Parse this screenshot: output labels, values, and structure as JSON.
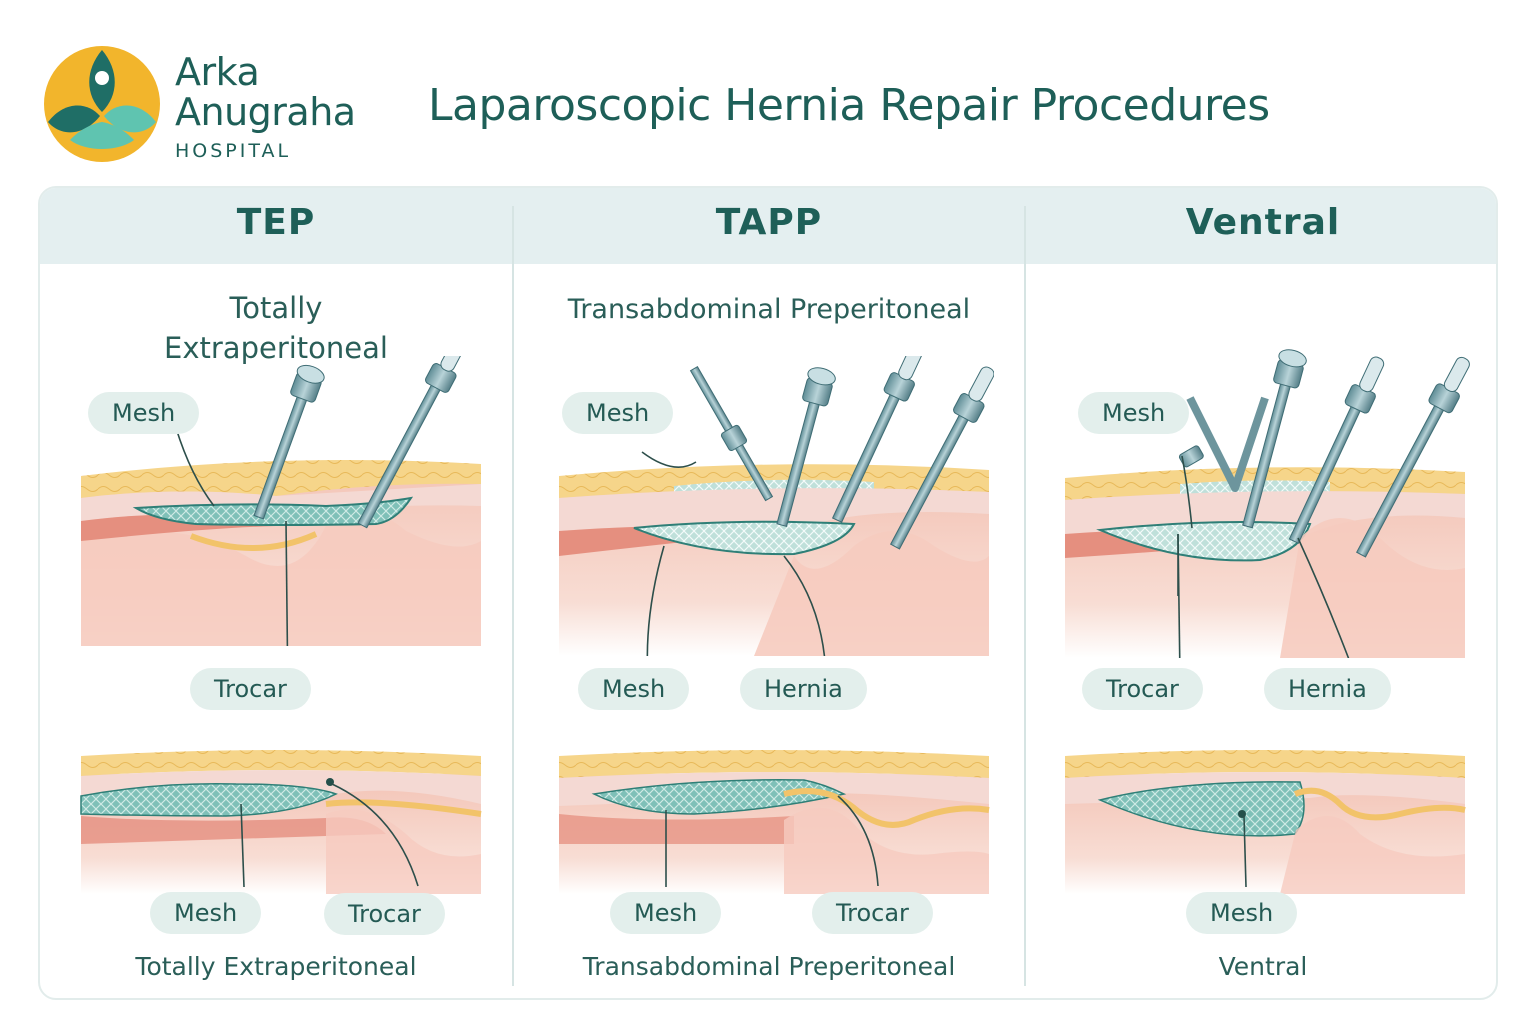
{
  "brand": {
    "line1": "Arka",
    "line2": "Anugraha",
    "line3": "HOSPITAL"
  },
  "title": "Laparoscopic Hernia Repair Procedures",
  "colors": {
    "teal": "#1e5f58",
    "header_bg": "#e4eff0",
    "pill_bg": "#e3efec",
    "logo_yellow": "#f2b52c",
    "logo_teal": "#1f6e66",
    "logo_mint": "#5fc4b0"
  },
  "columns": [
    {
      "header": "TEP",
      "subtitle_line1": "Totally",
      "subtitle_line2": "Extraperitoneal",
      "labels": {
        "top_left": "Mesh",
        "mid_center": "Trocar",
        "bottom_left": "Mesh",
        "bottom_right": "Trocar"
      },
      "footer": "Totally Extraperitoneal"
    },
    {
      "header": "TAPP",
      "subtitle": "Transabdominal Preperitoneal",
      "labels": {
        "top_left": "Mesh",
        "mid_left": "Mesh",
        "mid_right": "Hernia",
        "bottom_left": "Mesh",
        "bottom_right": "Trocar"
      },
      "footer": "Transabdominal Preperitoneal"
    },
    {
      "header": "Ventral",
      "labels": {
        "top_left": "Mesh",
        "mid_left": "Trocar",
        "mid_right": "Hernia",
        "bottom_center": "Mesh"
      },
      "footer": "Ventral"
    }
  ]
}
